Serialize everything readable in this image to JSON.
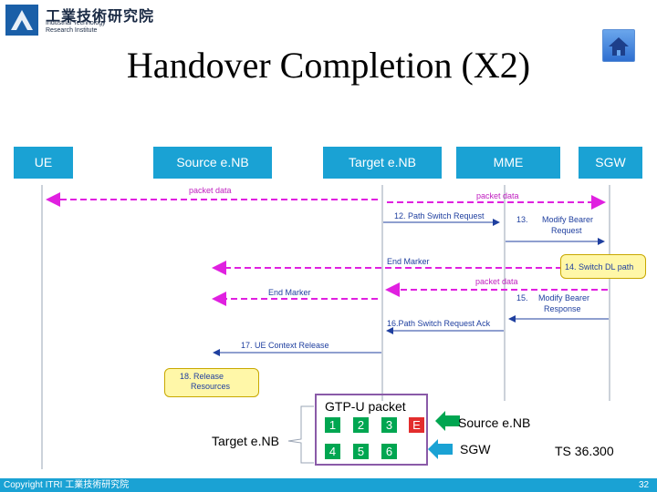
{
  "header": {
    "org_cn": "工業技術研究院",
    "org_en_line1": "Industrial Technology",
    "org_en_line2": "Research Institute",
    "title": "Handover Completion (X2)"
  },
  "nodes": [
    "UE",
    "Source e.NB",
    "Target e.NB",
    "MME",
    "SGW"
  ],
  "messages": {
    "packet_data_1": "packet data",
    "packet_data_2": "packet data",
    "msg12": "12. Path Switch Request",
    "msg13_l1": "13.",
    "msg13_l2": "Modify Bearer",
    "msg13_l3": "Request",
    "end_marker_1": "End Marker",
    "msg14": "14.  Switch DL path",
    "packet_data_3": "packet data",
    "end_marker_2": "End Marker",
    "msg15_l1": "15.",
    "msg15_l2": "Modify Bearer",
    "msg15_l3": "Response",
    "msg16": "16.Path Switch Request Ack",
    "msg17": "17.  UE Context Release",
    "msg18_l1": "18. Release",
    "msg18_l2": "Resources"
  },
  "gtp": {
    "title": "GTP-U packet",
    "row1": [
      "1",
      "2",
      "3",
      "E"
    ],
    "row2": [
      "4",
      "5",
      "6"
    ],
    "target_label": "Target e.NB",
    "source_label": "Source e.NB",
    "sgw_label": "SGW",
    "ref": "TS 36.300"
  },
  "footer": {
    "copyright": "Copyright  ITRI 工業技術研究院",
    "page": "32"
  },
  "colors": {
    "header_band": "#1aa2d4",
    "magenta": "#e020e0",
    "blue_arrow": "#1f3f9f",
    "green": "#00a651",
    "red": "#e32d2d"
  }
}
